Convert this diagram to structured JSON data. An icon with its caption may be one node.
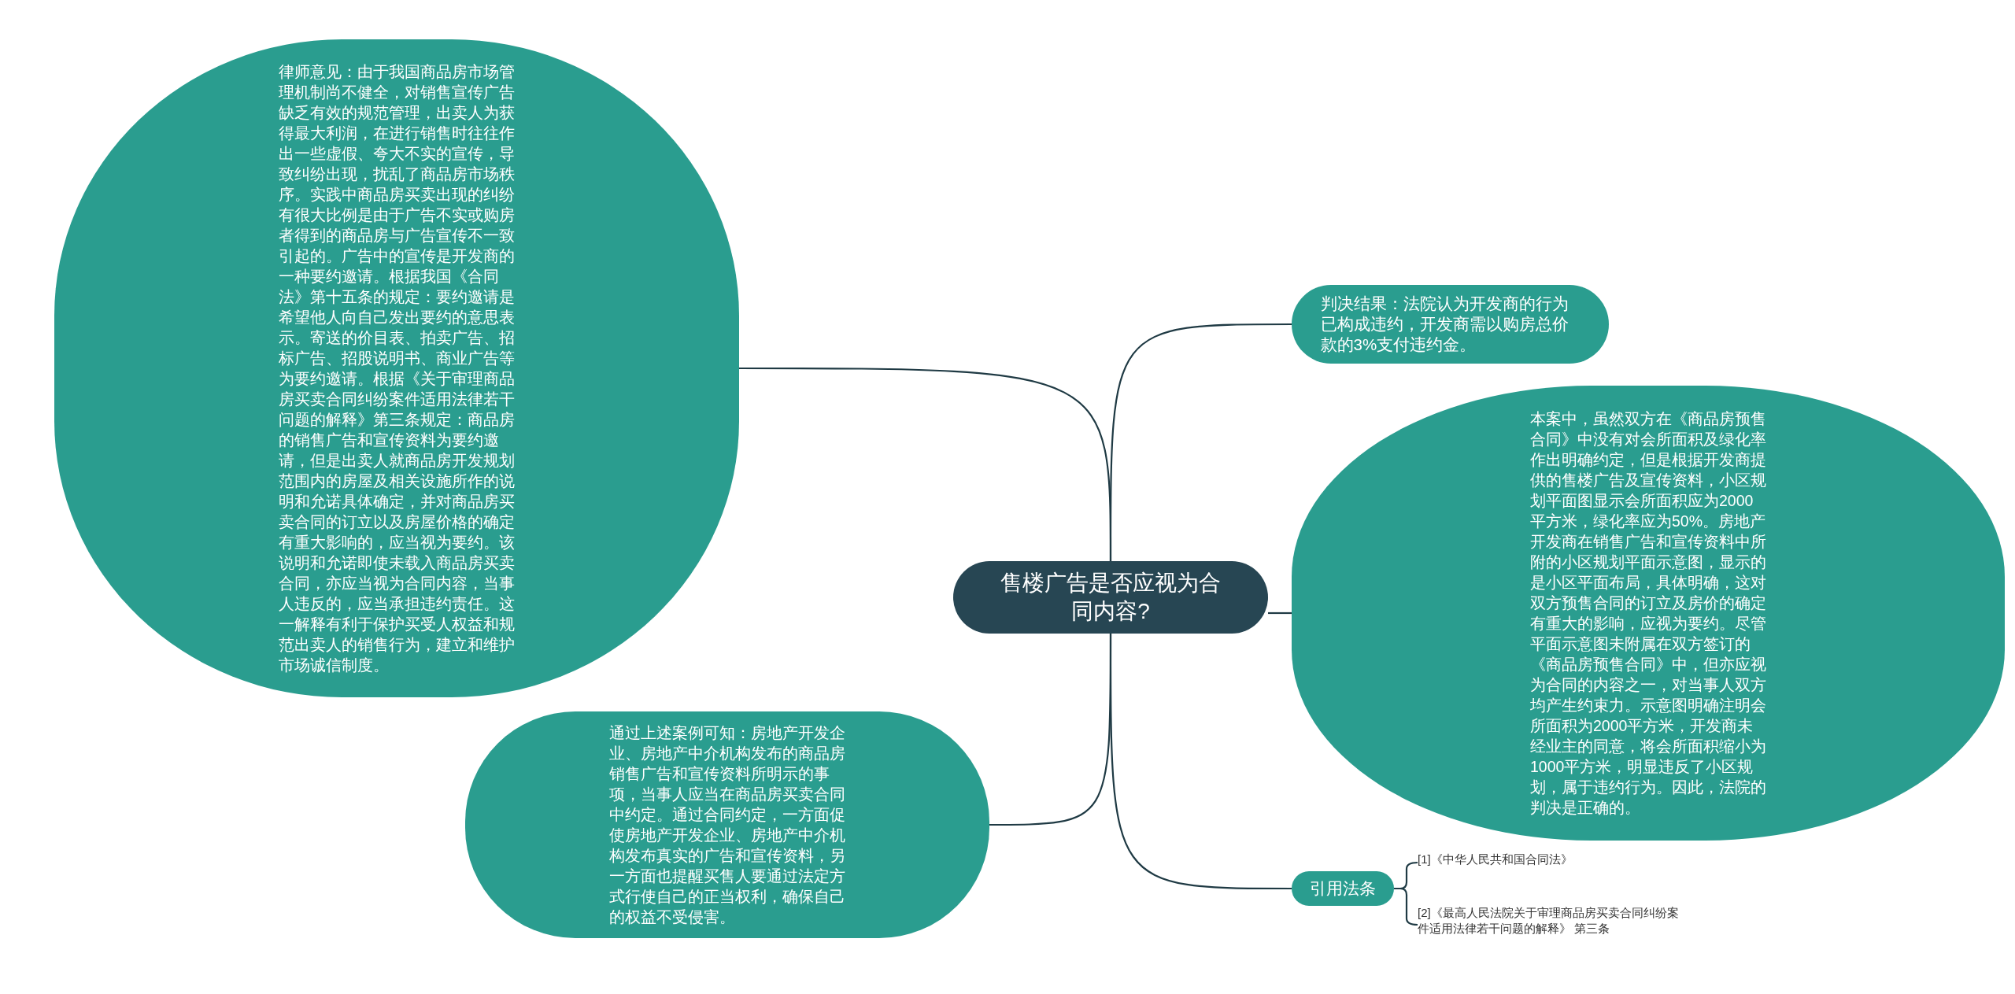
{
  "diagram": {
    "nodes": [
      {
        "text": [
          "售楼广告是否应视为合同内容?"
        ]
      },
      {
        "text": [
          "律师意见：由于我国商品房市场管理机制尚不健全，对销售宣传广告缺乏有效的规范管理，出卖人为获得最大利润，在进行销售时往往作出一些虚假、夸大不实的宣传，导致纠纷出现，扰乱了商品房市场秩序。实践中商品房买卖出现的纠纷有很大比例是由于广告不实或购房者得到的商品房与广告宣传不一致引起的。广告中的宣传是开发商的一种要约邀请。根据我国《合同法》第十五条的规定：要约邀请是希望他人向自己发出要约的意思表示。寄送的价目表、拍卖广告、招标广告、招股说明书、商业广告等为要约邀请。根据《关于审理商品房买卖合同纠纷案件适用法律若干问题的解释》第三条规定：商品房的销售广告和宣传资料为要约邀请，但是出卖人就商品房开发规划范围内的房屋及相关设施所作的说明和允诺具体确定，并对商品房买卖合同的订立以及房屋价格的确定有重大影响的，应当视为要约。该说明和允诺即使未载入商品房买卖合同，亦应当视为合同内容，当事人违反的，应当承担违约责任。这一解释有利于保护买受人权益和规范出卖人的销售行为，建立和维护市场诚信制度。"
        ]
      },
      {
        "text": [
          "判决结果：法院认为开发商的行为已构成违约，开发商需以购房总价款的3%支付违约金。"
        ]
      },
      {
        "text": [
          "本案中，虽然双方在《商品房预售合同》中没有对会所面积及绿化率作出明确约定，但是根据开发商提供的售楼广告及宣传资料，小区规划平面图显示会所面积应为2000平方米，绿化率应为50%。房地产开发商在销售广告和宣传资料中所附的小区规划平面示意图，显示的是小区平面布局，具体明确，这对双方预售合同的订立及房价的确定有重大的影响，应视为要约。尽管平面示意图未附属在双方签订的《商品房预售合同》中，但亦应视为合同的内容之一，对当事人双方均产生约束力。示意图明确注明会所面积为2000平方米，开发商未经业主的同意，将会所面积缩小为1000平方米，明显违反了小区规划，属于违约行为。因此，法院的判决是正确的。"
        ]
      },
      {
        "text": [
          "通过上述案例可知：房地产开发企业、房地产中介机构发布的商品房销售广告和宣传资料所明示的事项，当事人应当在商品房买卖合同中约定。通过合同约定，一方面促使房地产开发企业、房地产中介机构发布真实的广告和宣传资料，另一方面也提醒买售人要通过法定方式行使自己的正当权利，确保自己的权益不受侵害。"
        ]
      },
      {
        "text": [
          "引用法条"
        ]
      },
      {
        "text": [
          "[1]《中华人民共和国合同法》"
        ]
      },
      {
        "text": [
          "[2]《最高人民法院关于审理商品房买卖合同纠纷案件适用法律若干问题的解释》 第三条"
        ]
      }
    ],
    "edges": [
      {
        "from": 0,
        "to": 1,
        "arrow": "none"
      },
      {
        "from": 0,
        "to": 2,
        "arrow": "none"
      },
      {
        "from": 0,
        "to": 3,
        "arrow": "none"
      },
      {
        "from": 0,
        "to": 4,
        "arrow": "none"
      },
      {
        "from": 0,
        "to": 5,
        "arrow": "none"
      },
      {
        "from": 5,
        "to": 6,
        "arrow": "none"
      },
      {
        "from": 5,
        "to": 7,
        "arrow": "none"
      }
    ]
  }
}
